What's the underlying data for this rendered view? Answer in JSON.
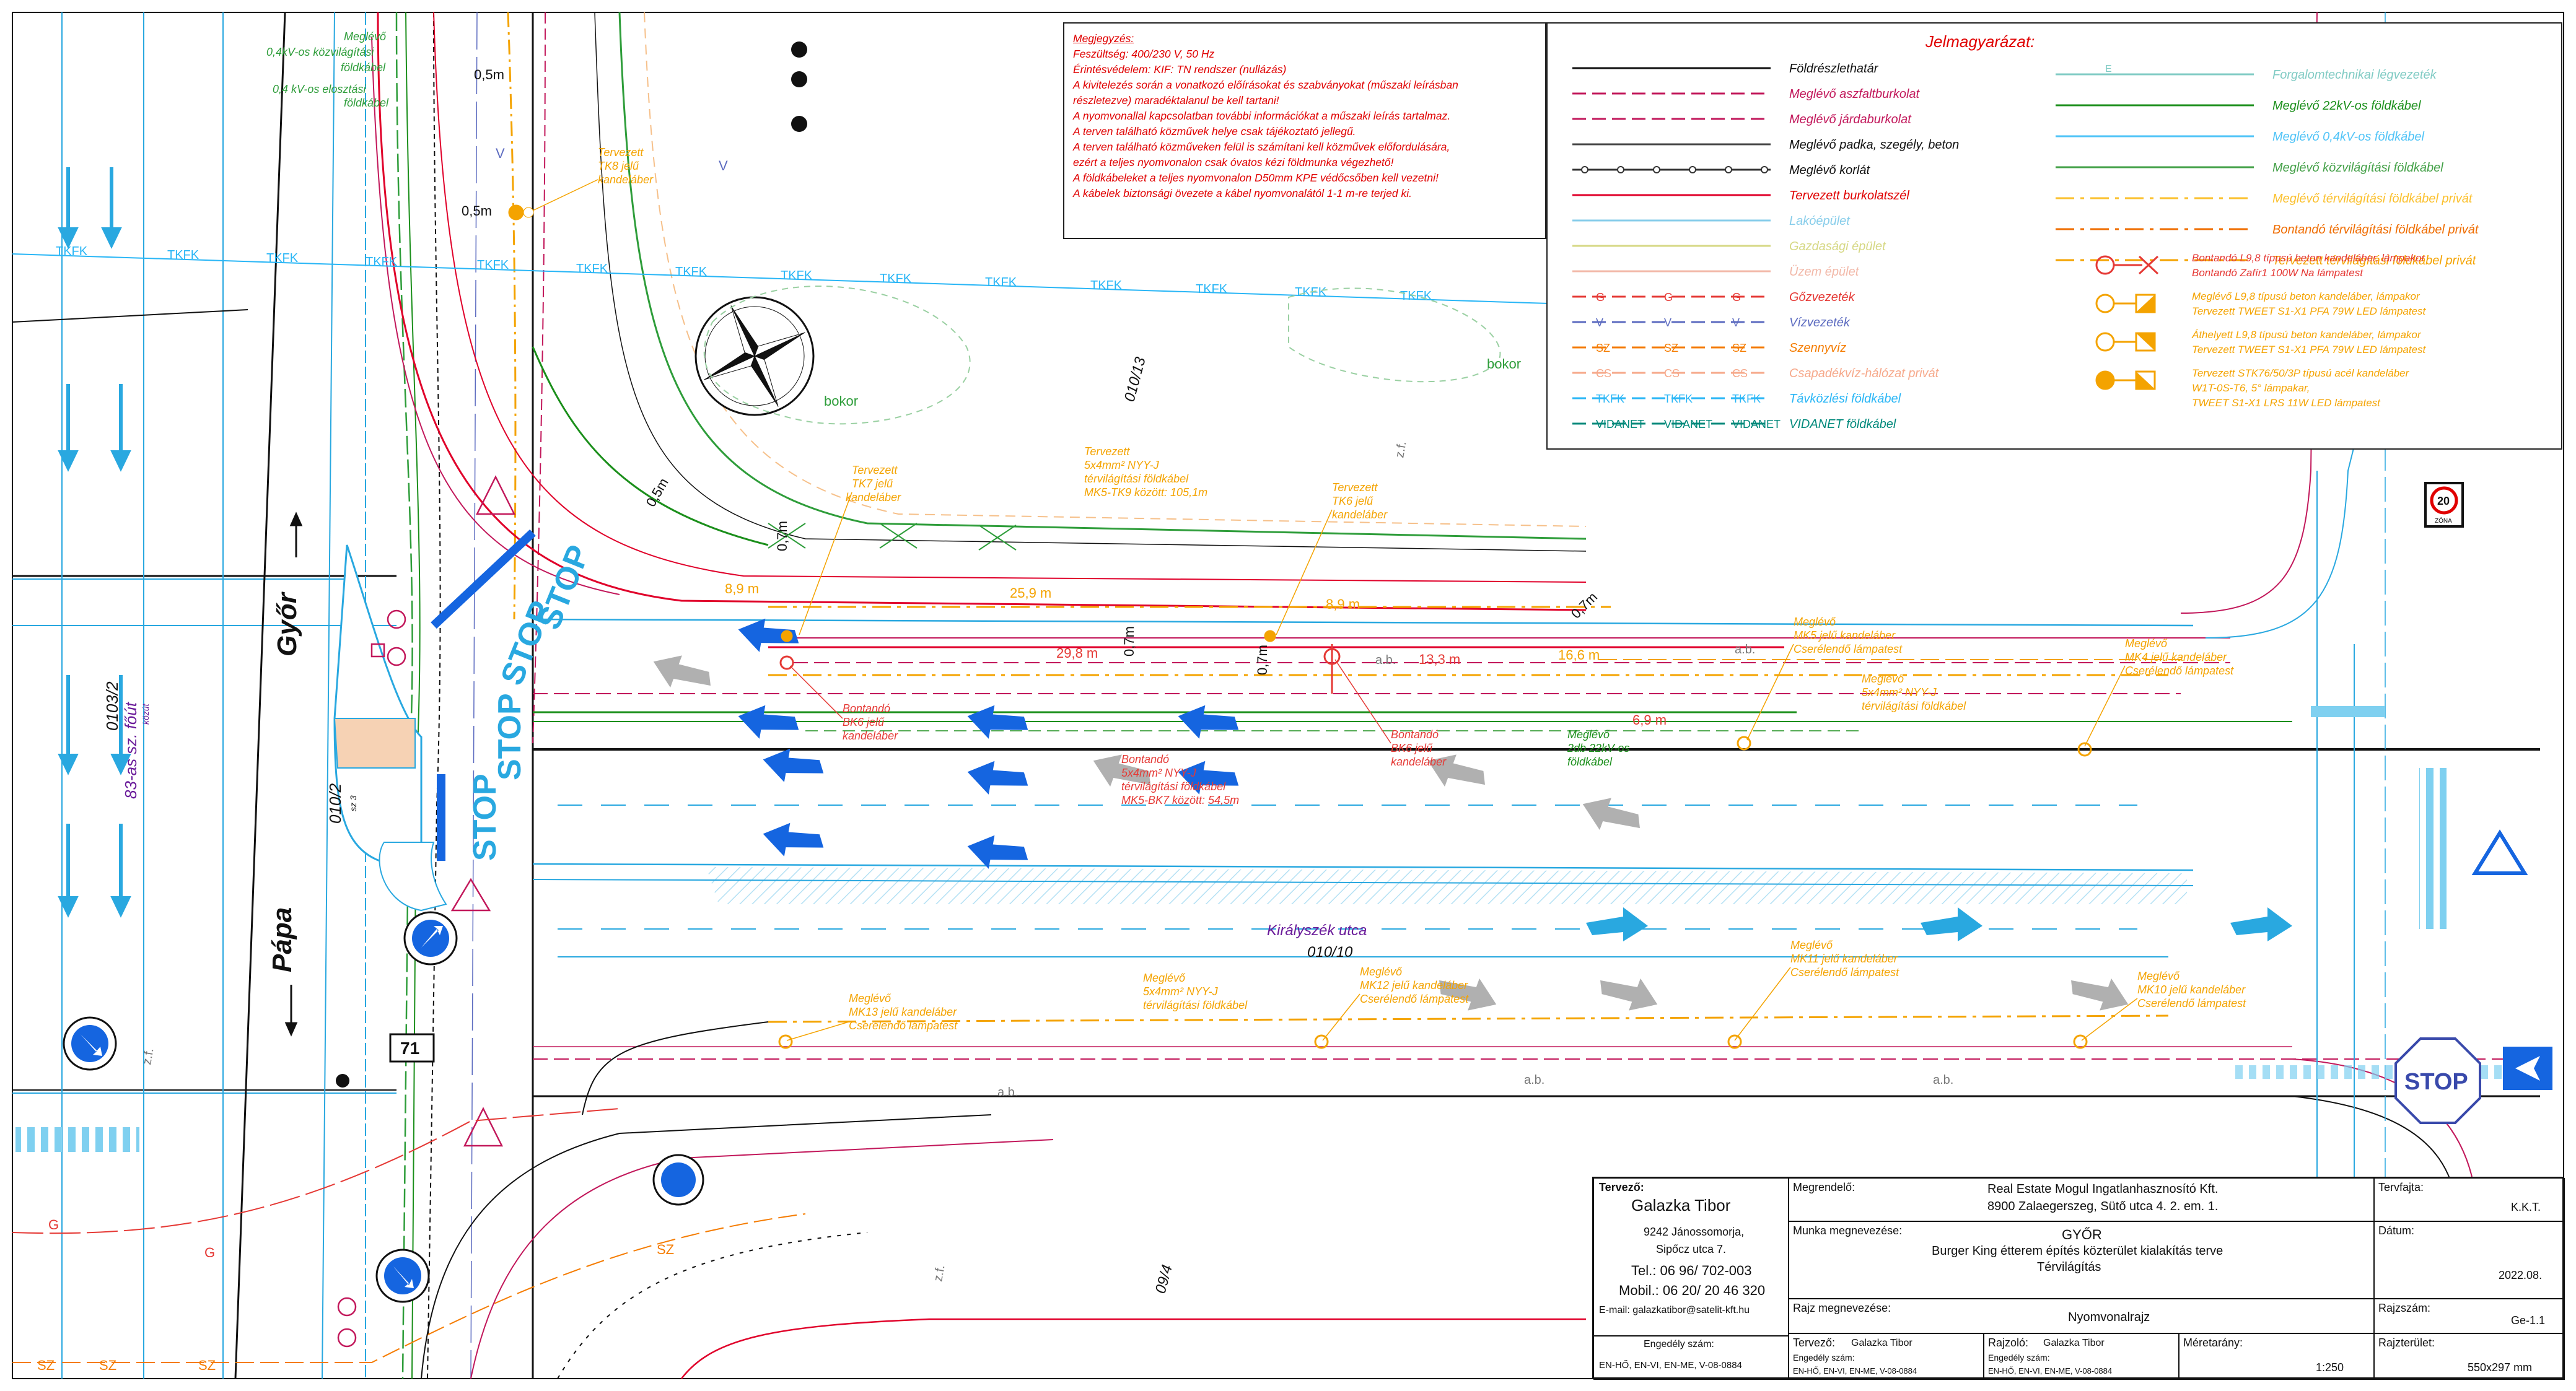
{
  "notes": {
    "header": "Megjegyzés:",
    "lines": [
      "Feszültség: 400/230 V, 50 Hz",
      "Érintésvédelem: KIF: TN rendszer (nullázás)",
      "A kivitelezés során a vonatkozó előírásokat és szabványokat (műszaki leírásban",
      "részletezve) maradéktalanul be kell tartani!",
      "A nyomvonallal kapcsolatban további információkat a műszaki leírás tartalmaz.",
      "A terven található közművek helye csak tájékoztató jellegű.",
      "A terven található közműveken felül is számítani kell közművek előfordulására,",
      "ezért a teljes nyomvonalon csak óvatos kézi földmunka végezhető!",
      "A földkábeleket a teljes nyomvonalon D50mm KPE védőcsőben kell vezetni!",
      "A kábelek biztonsági övezete a kábel nyomvonalától 1-1 m-re terjed ki."
    ]
  },
  "legend": {
    "title": "Jelmagyarázat:",
    "left": [
      {
        "label": "Földrészlethatár",
        "color": "#111111",
        "line": "#111111"
      },
      {
        "label": "Meglévő aszfaltburkolat",
        "color": "#c2185b",
        "line": "#c2185b"
      },
      {
        "label": "Meglévő járdaburkolat",
        "color": "#c2185b",
        "line": "#c2185b"
      },
      {
        "label": "Meglévő padka, szegély, beton",
        "color": "#111111",
        "line": "#444444"
      },
      {
        "label": "Meglévő korlát",
        "color": "#111111",
        "line": "#333333"
      },
      {
        "label": "Tervezett burkolatszél",
        "color": "#e00000",
        "line": "#e0002a"
      },
      {
        "label": "Lakóépület",
        "color": "#87cdea",
        "line": "#87cdea"
      },
      {
        "label": "Gazdasági épület",
        "color": "#d6d884",
        "line": "#d6d884"
      },
      {
        "label": "Üzem épület",
        "color": "#f2b8a8",
        "line": "#f2b8a8"
      },
      {
        "label": "Gőzvezeték",
        "color": "#e53935",
        "line": "#e53935",
        "mark": "G"
      },
      {
        "label": "Vízvezeték",
        "color": "#5c6bc0",
        "line": "#5c6bc0",
        "mark": "V"
      },
      {
        "label": "Szennyvíz",
        "color": "#f57c00",
        "line": "#f57c00",
        "mark": "SZ"
      },
      {
        "label": "Csapadékvíz-hálózat privát",
        "color": "#f6a88a",
        "line": "#f6a88a",
        "mark": "CS"
      },
      {
        "label": "Távközlési földkábel",
        "color": "#29b6f6",
        "line": "#29b6f6",
        "mark": "TKFK"
      },
      {
        "label": "VIDANET földkábel",
        "color": "#00897b",
        "line": "#00897b",
        "mark": "VIDANET"
      }
    ],
    "right": [
      {
        "label": "Forgalomtechnikai légvezeték",
        "color": "#80cbc4",
        "line": "#80cbc4",
        "mark": "E"
      },
      {
        "label": "Meglévő 22kV-os földkábel",
        "color": "#1b8f1b",
        "line": "#1b8f1b"
      },
      {
        "label": "Meglévő 0,4kV-os földkábel",
        "color": "#4fc3f7",
        "line": "#4fc3f7"
      },
      {
        "label": "Meglévő közvilágítási földkábel",
        "color": "#43a047",
        "line": "#43a047"
      },
      {
        "label": "Meglévő térvilágítási földkábel privát",
        "color": "#fbc02d",
        "line": "#fbc02d"
      },
      {
        "label": "Bontandó térvilágítási földkábel privát",
        "color": "#ef6c00",
        "line": "#ef6c00"
      },
      {
        "label": "Tervezett térvilágítási földkábel privát",
        "color": "#f4a300",
        "line": "#f4a300"
      }
    ],
    "lamps": [
      {
        "line1": "Bontandó L9,8 típusú beton kandeláber, lámpakor",
        "line2": "Bontandó Zafír1 100W Na lámpatest",
        "color": "#e53935",
        "sym": "remove"
      },
      {
        "line1": "Meglévő L9,8 típusú beton kandeláber, lámpakor",
        "line2": "Tervezett TWEET S1-X1 PFA 79W LED lámpatest",
        "color": "#f4a300",
        "sym": "existing"
      },
      {
        "line1": "Áthelyett L9,8 típusú beton kandeláber, lámpakor",
        "line2": "Tervezett TWEET S1-X1 PFA 79W LED lámpatest",
        "color": "#f4a300",
        "sym": "moved"
      },
      {
        "line1": "Tervezett STK76/50/3P típusú acél kandeláber",
        "line2": "W1T-0S-T6, 5° lámpakar,",
        "line3": "TWEET S1-X1 LRS 11W LED lámpatest",
        "color": "#f4a300",
        "sym": "new"
      }
    ]
  },
  "plan": {
    "directions": {
      "gyor": "Győr",
      "papa": "Pápa"
    },
    "road_labels": {
      "kiralyszek": "Királyszék utca",
      "road83": "83-as sz. főút",
      "lot_010_10": "010/10",
      "lot_010_13": "010/13",
      "lot_0103_2": "0103/2",
      "lot_010_2": "010/2",
      "lot_09_4": "09/4",
      "sz3": "sz 3",
      "kozut": "közút",
      "route71": "71",
      "zone": "20",
      "zone_sub": "ZÓNA"
    },
    "markings": {
      "stop": "STOP",
      "bokor": "bokor",
      "ab": "a.b.",
      "zf": "z.f.",
      "tkfk": "TKFK"
    },
    "dims": {
      "d05m": "0,5m",
      "d07m": "0,7m",
      "d259": "25,9 m",
      "d89": "8,9 m",
      "d298": "29,8 m",
      "d133": "13,3 m",
      "d166": "16,6 m",
      "d69": "6,9 m",
      "d05": "0,5m"
    },
    "callouts": [
      {
        "id": "c1",
        "l1": "Meglévő",
        "l2": "0,4kV-os közvilágítási",
        "l3": "földkábel",
        "l4": "0,4 kV-os elosztási",
        "l5": "földkábel",
        "color": "#2e9d3a"
      },
      {
        "id": "c2",
        "l1": "Tervezett",
        "l2": "TK8 jelű",
        "l3": "kandeláber",
        "color": "#f4a300"
      },
      {
        "id": "c3",
        "l1": "Tervezett",
        "l2": "TK7 jelű",
        "l3": "kandeláber",
        "color": "#f4a300"
      },
      {
        "id": "c4",
        "l1": "Tervezett",
        "l2": "5x4mm² NYY-J",
        "l3": "térvilágítási földkábel",
        "l4": "MK5-TK9 között: 105,1m",
        "color": "#f4a300"
      },
      {
        "id": "c5",
        "l1": "Tervezett",
        "l2": "TK6 jelű",
        "l3": "kandeláber",
        "color": "#f4a300"
      },
      {
        "id": "c6",
        "l1": "Meglévő",
        "l2": "MK5 jelű kandeláber",
        "l3": "Cserélendő lámpatest",
        "color": "#f4a300"
      },
      {
        "id": "c7",
        "l1": "Meglévő",
        "l2": "5x4mm² NYY-J",
        "l3": "térvilágítási földkábel",
        "color": "#f4a300"
      },
      {
        "id": "c8",
        "l1": "Meglévő",
        "l2": "MK4 jelű kandeláber",
        "l3": "Cserélendő lámpatest",
        "color": "#f4a300"
      },
      {
        "id": "c9",
        "l1": "Bontandó",
        "l2": "BK6 jelű",
        "l3": "kandeláber",
        "color": "#e53935"
      },
      {
        "id": "c10",
        "l1": "Bontandó",
        "l2": "5x4mm² NYY-J",
        "l3": "térvilágítási földkábel",
        "l4": "MK5-BK7 között: 54,5m",
        "color": "#e53935"
      },
      {
        "id": "c11",
        "l1": "Bontandó",
        "l2": "BK6 jelű",
        "l3": "kandeláber",
        "color": "#e53935"
      },
      {
        "id": "c12",
        "l1": "Meglévő",
        "l2": "2db 22kV-os",
        "l3": "földkábel",
        "color": "#1b8f1b"
      },
      {
        "id": "c13",
        "l1": "Meglévő",
        "l2": "MK13 jelű kandeláber",
        "l3": "Cserélendő lámpatest",
        "color": "#f4a300"
      },
      {
        "id": "c14",
        "l1": "Meglévő",
        "l2": "5x4mm² NYY-J",
        "l3": "térvilágítási földkábel",
        "color": "#f4a300"
      },
      {
        "id": "c15",
        "l1": "Meglévő",
        "l2": "MK12 jelű kandeláber",
        "l3": "Cserélendő lámpatest",
        "color": "#f4a300"
      },
      {
        "id": "c16",
        "l1": "Meglévő",
        "l2": "MK11 jelű kandeláber",
        "l3": "Cserélendő lámpatest",
        "color": "#f4a300"
      },
      {
        "id": "c17",
        "l1": "Meglévő",
        "l2": "MK10 jelű kandeláber",
        "l3": "Cserélendő lámpatest",
        "color": "#f4a300"
      }
    ],
    "utility_marks": {
      "v": "V",
      "g": "G",
      "sz": "SZ"
    }
  },
  "titleblock": {
    "designer_hdr": "Tervező:",
    "designer_name": "Galazka Tibor",
    "addr1": "9242 Jánossomorja,",
    "addr2": "Sipőcz utca 7.",
    "tel": "Tel.: 06 96/ 702-003",
    "mobil": "Mobil.: 06 20/ 20 46 320",
    "email": "E-mail: galazkatibor@satelit-kft.hu",
    "license_hdr": "Engedély szám:",
    "license": "EN-HŐ, EN-VI, EN-ME, V-08-0884",
    "client_hdr": "Megrendelő:",
    "client1": "Real Estate Mogul Ingatlanhasznosító Kft.",
    "client2": "8900 Zalaegerszeg, Sütő utca 4. 2. em. 1.",
    "job_hdr": "Munka megnevezése:",
    "job1": "GYŐR",
    "job2": "Burger King étterem építés közterület kialakítás terve",
    "job3": "Térvilágítás",
    "drawing_hdr": "Rajz megnevezése:",
    "drawing": "Nyomvonalrajz",
    "designer2_hdr": "Tervező:",
    "designer2": "Galazka Tibor",
    "drafter_hdr": "Rajzoló:",
    "drafter": "Galazka Tibor",
    "scale_hdr": "Méretarány:",
    "scale": "1:250",
    "checked_hdr": "Tervfajta:",
    "checked": "K.K.T.",
    "date_hdr": "Dátum:",
    "date": "2022.08.",
    "sheet_hdr": "Rajzszám:",
    "sheet": "Ge-1.1",
    "area_hdr": "Rajzterület:",
    "area": "550x297 mm"
  },
  "colors": {
    "road_blue": "#29a8e0",
    "arrow_blue": "#1565e0",
    "arrow_grey": "#b0b0b0",
    "red": "#e0002a",
    "orange": "#f4a300",
    "green": "#2e9d3a",
    "magenta": "#c2185b"
  }
}
